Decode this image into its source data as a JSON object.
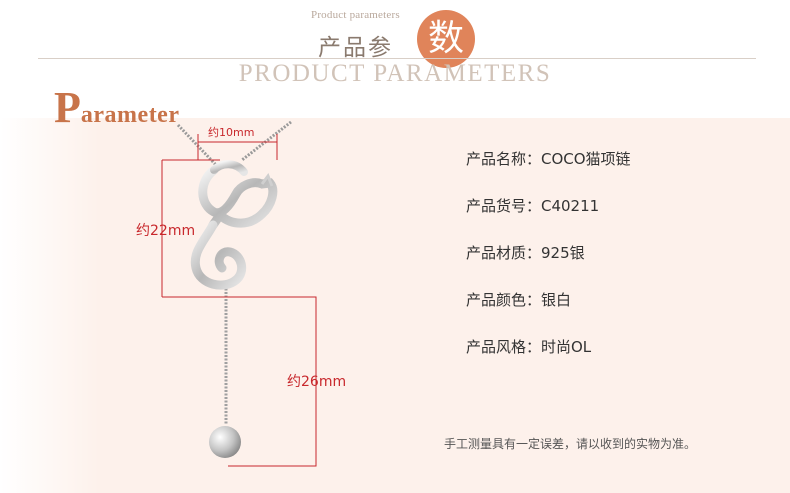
{
  "header": {
    "small_en": "Product parameters",
    "cn_prefix": "产品参",
    "cn_circle_char": "数",
    "title_en": "PRODUCT PARAMETERS"
  },
  "section": {
    "title_initial": "P",
    "title_rest": "arameter"
  },
  "dimensions": {
    "width": "约10mm",
    "height": "约22mm",
    "chain": "约26mm"
  },
  "specs": [
    {
      "text": "产品名称：COCO猫项链"
    },
    {
      "text": "产品货号：C40211"
    },
    {
      "text": "产品材质：925银"
    },
    {
      "text": "产品颜色：银白"
    },
    {
      "text": "产品风格：时尚OL"
    }
  ],
  "note": "手工测量具有一定误差，请以收到的实物为准。",
  "colors": {
    "accent": "#e0845a",
    "panel": "#fdf1eb",
    "dimension_red": "#c8282c"
  }
}
